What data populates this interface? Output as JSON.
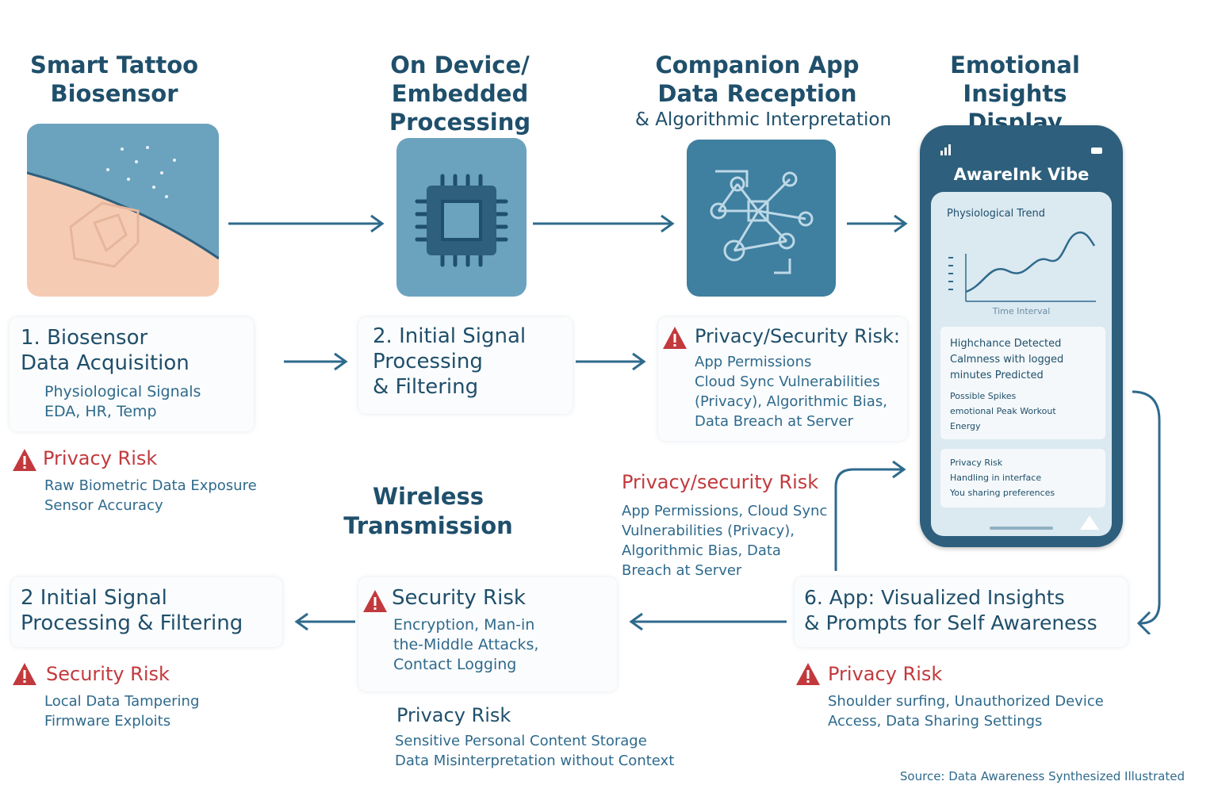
{
  "columns": {
    "c1": "Smart Tattoo\nBiosensor",
    "c2": "On Device/\nEmbedded Processing",
    "c3": "Companion App\nData Reception",
    "c3_sub": "& Algorithmic Interpretation",
    "c4": "Emotional\nInsights Display"
  },
  "cards": {
    "step1": {
      "title": "1. Biosensor\n    Data Acquisition",
      "body": "Physiological Signals\nEDA, HR, Temp"
    },
    "step2": {
      "title": "2. Initial Signal\n    Processing\n    & Filtering"
    },
    "risk_box": {
      "title": "Privacy/Security Risk:",
      "body": "App Permissions\nCloud Sync Vulnerabilities\n(Privacy), Algorithmic Bias,\nData Breach at Server"
    },
    "step2b": {
      "title": "2  Initial Signal\n    Processing  & Filtering"
    },
    "security": {
      "title": "Security Risk",
      "body": "Encryption, Man-in\nthe-Middle Attacks,\nContact Logging"
    },
    "step6": {
      "title": "6. App: Visualized Insights\n    & Prompts for Self Awareness"
    }
  },
  "risks": {
    "privacy1": {
      "title": "Privacy Risk",
      "body": "Raw Biometric Data Exposure\nSensor Accuracy"
    },
    "middle": {
      "title": "Privacy/security Risk",
      "body": "App Permissions, Cloud Sync\nVulnerabilities (Privacy),\nAlgorithmic Bias, Data\nBreach at Server"
    },
    "security2": {
      "title": "Security Risk",
      "body": "Local Data Tampering\nFirmware Exploits"
    },
    "privacy_storage": {
      "title": "Privacy Risk",
      "body": "Sensitive Personal Content Storage\nData Misinterpretation without Context"
    },
    "privacy3": {
      "title": "Privacy Risk",
      "body": "Shoulder surfing, Unauthorized Device\nAccess, Data Sharing Settings"
    }
  },
  "wireless": "Wireless\nTransmission",
  "phone": {
    "app_name": "AwareInk Vibe",
    "chart_title": "Physiological Trend",
    "chart_xlabel": "Time Interval",
    "insight1": "Highchance Detected\nCalmness with logged\nminutes Predicted",
    "insight2": "Possible Spikes\nemotional Peak Workout\nEnergy",
    "insight3": "Privacy Risk\nHandling in interface\nYou sharing preferences"
  },
  "footer": "Source: Data Awareness Synthesized Illustrated",
  "colors": {
    "accent": "#1f4f6b",
    "risk": "#c2393d",
    "tile": "#6ba3bf",
    "skin": "#f5ccb3"
  }
}
